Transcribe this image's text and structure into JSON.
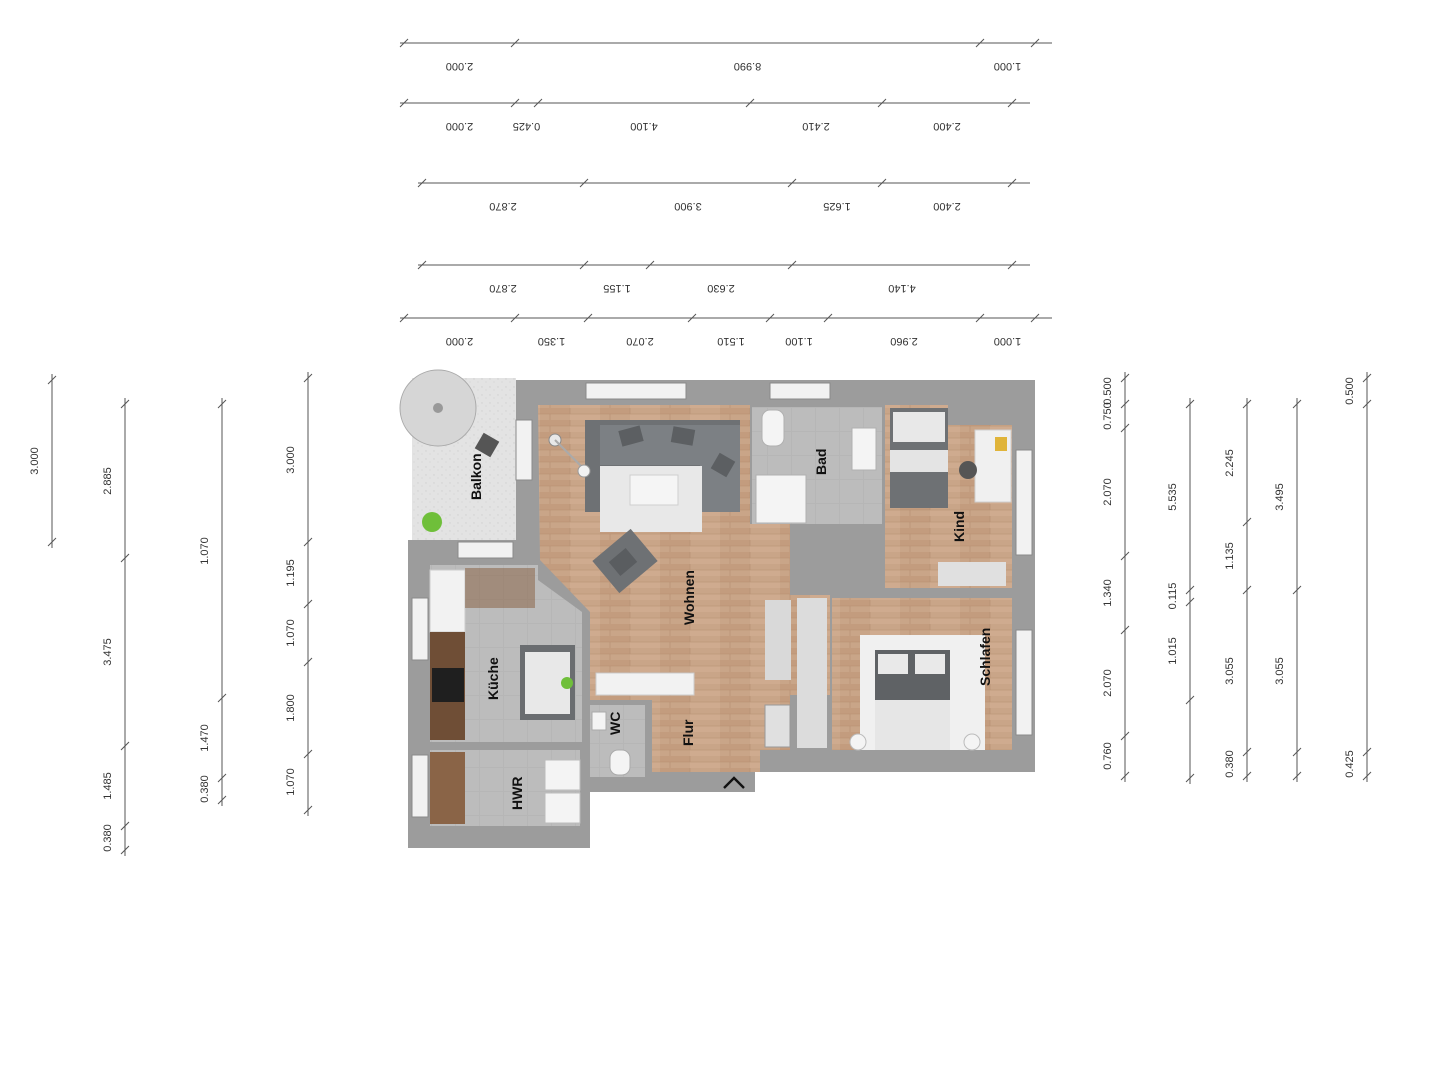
{
  "colors": {
    "wall": "#9a9a9a",
    "wall_dark": "#8c8c8c",
    "wood": "#c7a386",
    "wood_line": "#b58f70",
    "tile": "#b8b8b8",
    "tile_dark": "#a8a8a8",
    "balcony": "#e2e2e2",
    "dim_line": "#555555",
    "furniture_dark": "#6c6f72",
    "furniture_light": "#e9e9e9",
    "plant": "#6fbf3a",
    "accent_yellow": "#e0b43a"
  },
  "rooms": {
    "balkon": "Balkon",
    "wohnen": "Wohnen",
    "bad": "Bad",
    "kind": "Kind",
    "kueche": "Küche",
    "wc": "WC",
    "flur": "Flur",
    "schlafen": "Schlafen",
    "hwr": "HWR"
  },
  "top_dimensions": [
    [
      "2.000",
      "8.990",
      "1.000"
    ],
    [
      "2.000",
      "0.425",
      "4.100",
      "2.410",
      "2.400"
    ],
    [
      "2.870",
      "3.900",
      "1.625",
      "2.400"
    ],
    [
      "2.870",
      "1.155",
      "2.630",
      "4.140"
    ],
    [
      "2.000",
      "1.350",
      "2.070",
      "1.510",
      "1.100",
      "2.960",
      "1.000"
    ]
  ],
  "left_dimensions": [
    [
      "3.000"
    ],
    [
      "2.885",
      "3.475",
      "1.485",
      "0.380"
    ],
    [
      "1.070",
      "1.470",
      "0.380"
    ],
    [
      "3.000",
      "1.195",
      "1.070",
      "1.800",
      "1.070"
    ]
  ],
  "right_dimensions": [
    [
      "0.500",
      "0.750",
      "2.070",
      "1.340",
      "2.070",
      "0.760"
    ],
    [
      "5.535",
      "0.115",
      "1.015"
    ],
    [
      "2.245",
      "1.135",
      "3.055",
      "0.380"
    ],
    [
      "3.495",
      "3.055"
    ],
    [
      "0.500",
      "0.425"
    ]
  ]
}
